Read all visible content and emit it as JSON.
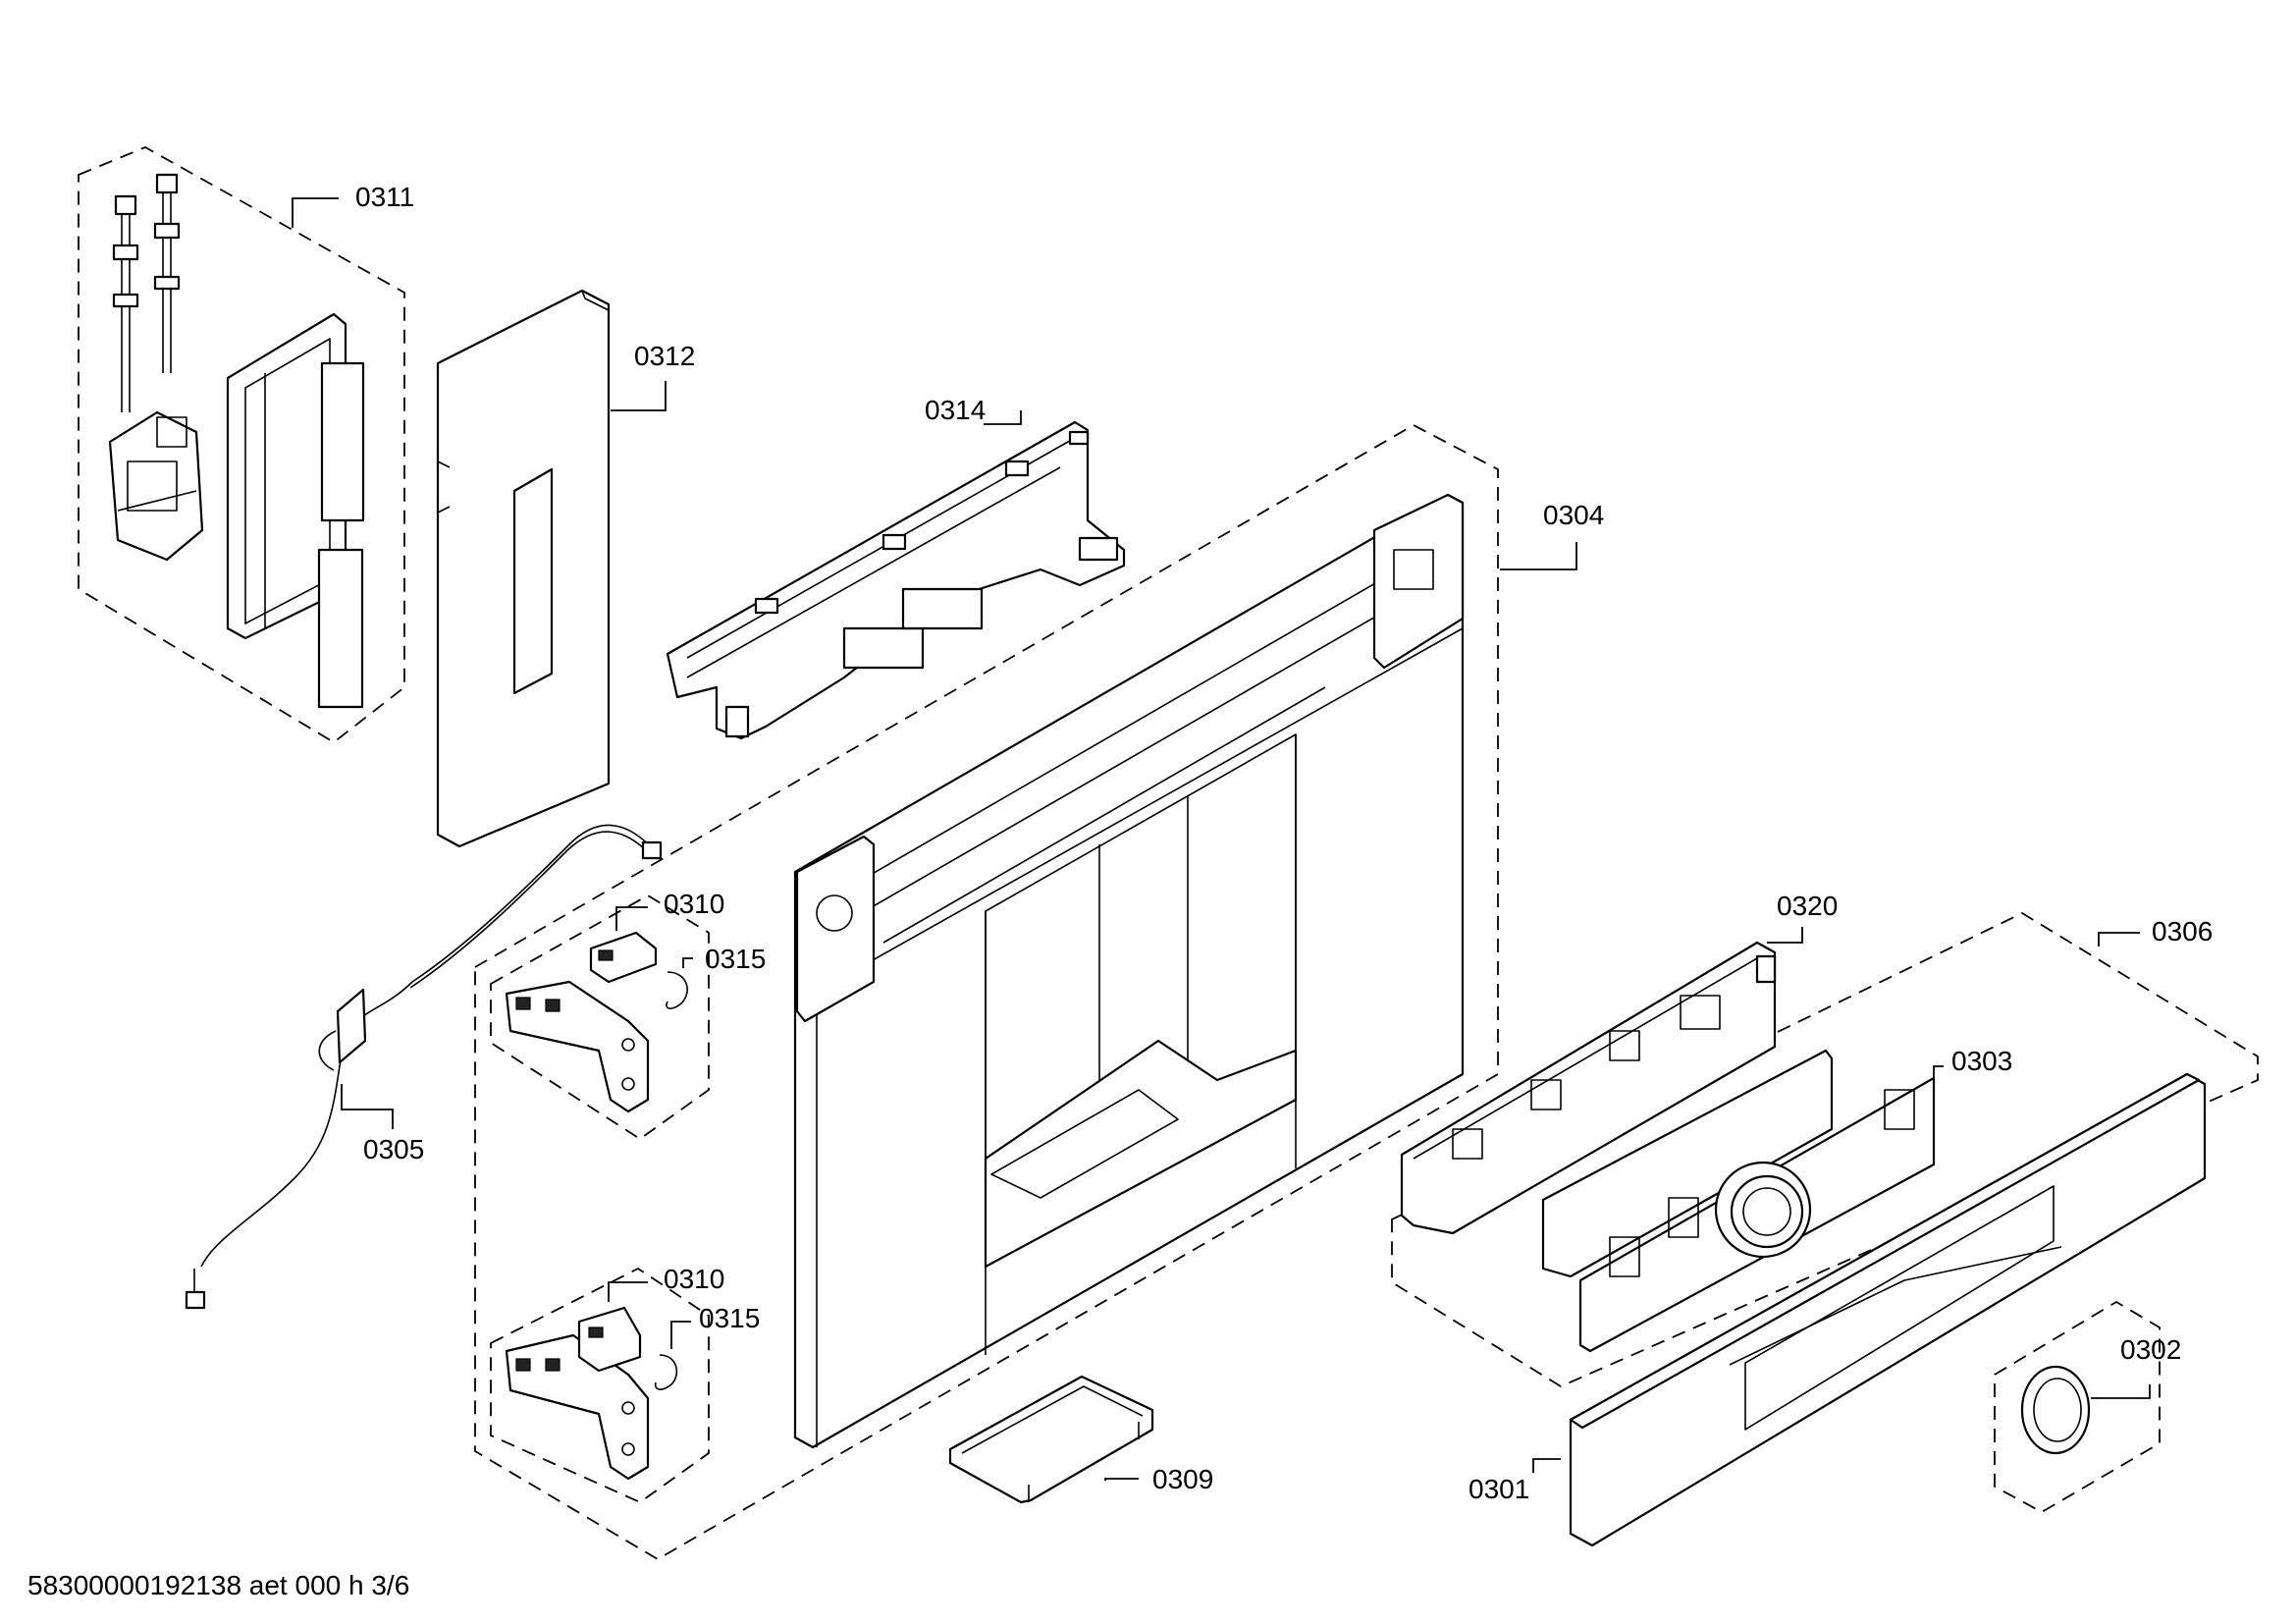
{
  "diagram": {
    "doc_id": "58300000192138 aet 000 h 3/6",
    "callouts": {
      "p0311": "0311",
      "p0312": "0312",
      "p0314": "0314",
      "p0304": "0304",
      "p0310a": "0310",
      "p0315a": "0315",
      "p0305": "0305",
      "p0310b": "0310",
      "p0315b": "0315",
      "p0320": "0320",
      "p0306": "0306",
      "p0303": "0303",
      "p0302": "0302",
      "p0301": "0301",
      "p0309": "0309"
    }
  }
}
